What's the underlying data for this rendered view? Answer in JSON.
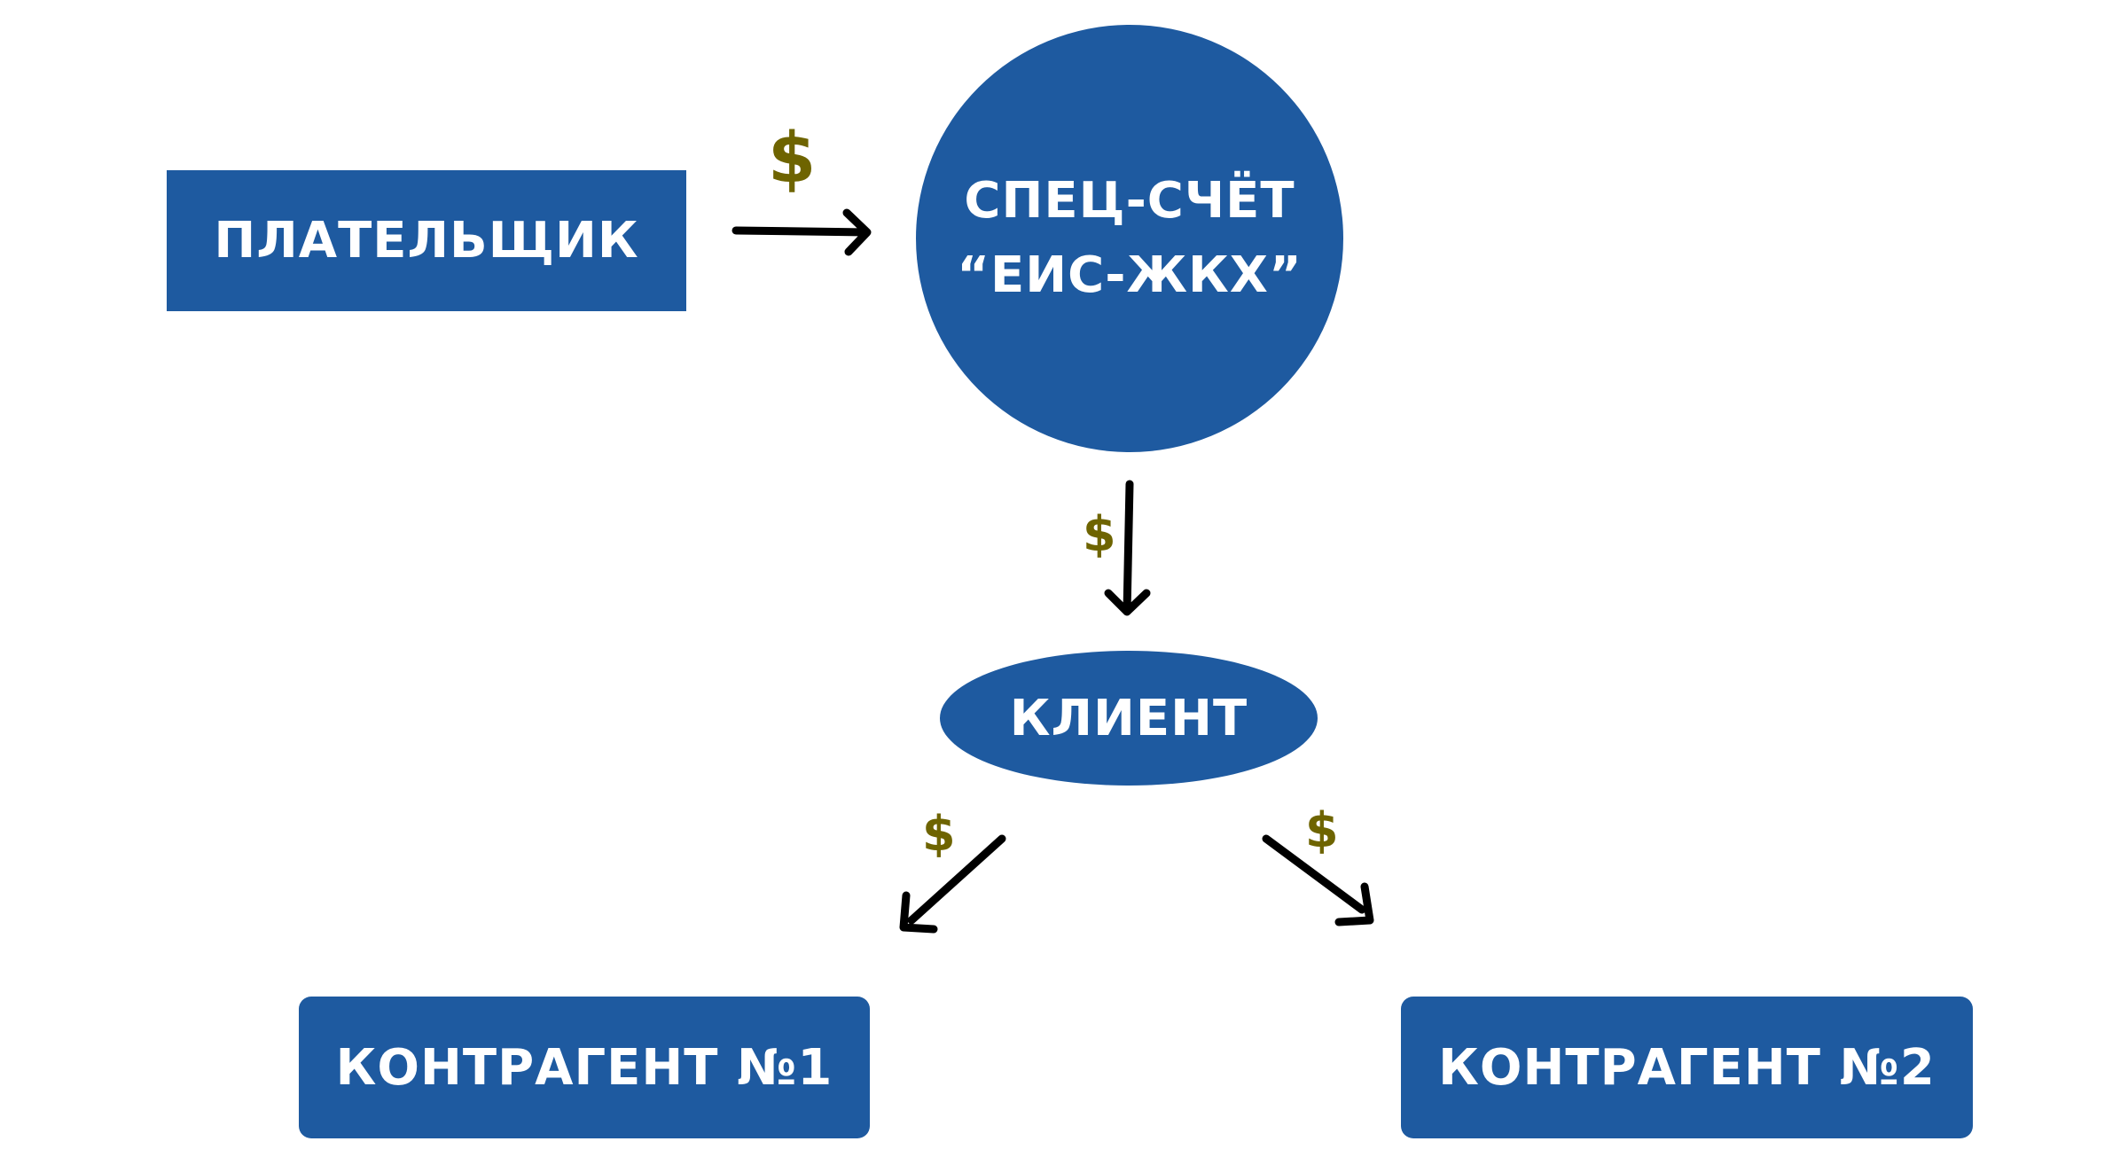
{
  "nodes": {
    "payer": "ПЛАТЕЛЬЩИК",
    "special_account_line1": "СПЕЦ-СЧЁТ",
    "special_account_line2": "“ЕИС-ЖКХ”",
    "client": "КЛИЕНТ",
    "contractor1": "КОНТРАГЕНТ №1",
    "contractor2": "КОНТРАГЕНТ №2"
  },
  "flow_labels": {
    "payer_to_account": "$",
    "account_to_client": "$",
    "client_to_contractor1": "$",
    "client_to_contractor2": "$"
  },
  "colors": {
    "node_fill": "#1e5aa0",
    "node_text": "#ffffff",
    "dollar": "#6e6400",
    "arrow": "#000000"
  }
}
